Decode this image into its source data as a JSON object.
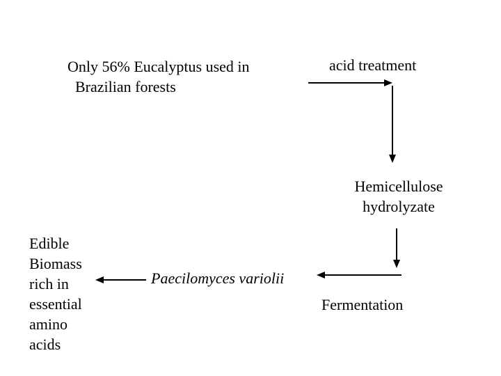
{
  "diagram": {
    "colors": {
      "background": "#ffffff",
      "ink": "#000000"
    },
    "nodes": {
      "eucalyptus_note": {
        "line1": "Only 56% Eucalyptus used in",
        "line2": "Brazilian forests"
      },
      "acid_treatment": {
        "label": "acid treatment"
      },
      "hemicellulose": {
        "line1": "Hemicellulose",
        "line2": "hydrolyzate"
      },
      "fermentation": {
        "label": "Fermentation"
      },
      "paecilomyces": {
        "label": "Paecilomyces variolii"
      },
      "edible_biomass": {
        "lines": [
          "Edible",
          "Biomass",
          "rich in",
          "essential",
          "amino",
          "acids"
        ]
      }
    },
    "arrows": [
      {
        "name": "acid-treatment-arrow",
        "direction": "right",
        "connects": "Eucalyptus note to acid treatment step"
      },
      {
        "name": "to-hydrolyzate-arrow",
        "direction": "down",
        "connects": "acid treatment to Hemicellulose hydrolyzate"
      },
      {
        "name": "to-fermentation-arrow",
        "direction": "down",
        "connects": "Hemicellulose hydrolyzate to fermentation"
      },
      {
        "name": "fermentation-to-paecilomyces-arrow",
        "direction": "left",
        "connects": "fermentation to Paecilomyces variolii"
      },
      {
        "name": "paecilomyces-to-biomass-arrow",
        "direction": "left",
        "connects": "Paecilomyces variolii to edible biomass"
      }
    ]
  }
}
